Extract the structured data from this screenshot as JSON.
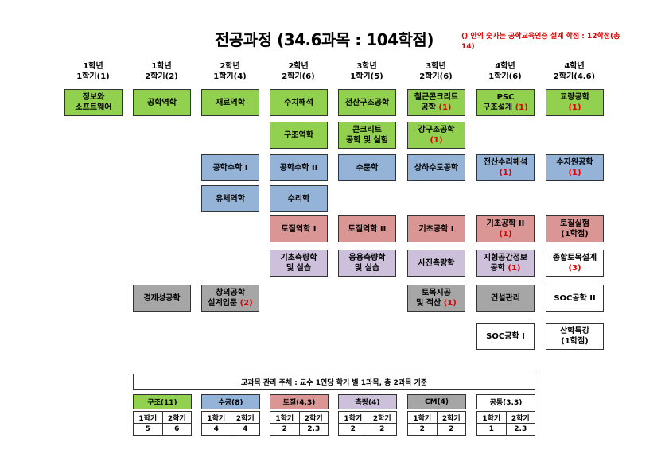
{
  "title": "전공과정 (34.6과목 : 104학점)",
  "note": "() 안의 숫자는 공학교육인증 설계 학점 : 12학점(총14)",
  "columns": [
    {
      "line1": "1학년",
      "line2": "1학기(1)"
    },
    {
      "line1": "1학년",
      "line2": "2학기(2)"
    },
    {
      "line1": "2학년",
      "line2": "1학기(4)"
    },
    {
      "line1": "2학년",
      "line2": "2학기(6)"
    },
    {
      "line1": "3학년",
      "line2": "1학기(5)"
    },
    {
      "line1": "3학년",
      "line2": "2학기(6)"
    },
    {
      "line1": "4학년",
      "line2": "1학기(6)"
    },
    {
      "line1": "4학년",
      "line2": "2학기(4.6)"
    }
  ],
  "courses": [
    {
      "col": 0,
      "row": 0,
      "cat": "struct",
      "text": "정보와\n소프트웨어",
      "credit": ""
    },
    {
      "col": 1,
      "row": 0,
      "cat": "struct",
      "text": "공학역학",
      "credit": ""
    },
    {
      "col": 2,
      "row": 0,
      "cat": "struct",
      "text": "재료역학",
      "credit": ""
    },
    {
      "col": 3,
      "row": 0,
      "cat": "struct",
      "text": "수치해석",
      "credit": ""
    },
    {
      "col": 4,
      "row": 0,
      "cat": "struct",
      "text": "전산구조공학",
      "credit": ""
    },
    {
      "col": 5,
      "row": 0,
      "cat": "struct",
      "text": "철근콘크리트\n공학",
      "credit": "(1)"
    },
    {
      "col": 6,
      "row": 0,
      "cat": "struct",
      "text": "PSC\n구조설계",
      "credit": "(1)"
    },
    {
      "col": 7,
      "row": 0,
      "cat": "struct",
      "text": "교량공학\n",
      "credit": "(1)"
    },
    {
      "col": 3,
      "row": 1,
      "cat": "struct",
      "text": "구조역학",
      "credit": ""
    },
    {
      "col": 4,
      "row": 1,
      "cat": "struct",
      "text": "콘크리트\n공학 및 실험",
      "credit": ""
    },
    {
      "col": 5,
      "row": 1,
      "cat": "struct",
      "text": "강구조공학\n",
      "credit": "(1)"
    },
    {
      "col": 2,
      "row": 2,
      "cat": "water",
      "text": "공학수학 I",
      "credit": ""
    },
    {
      "col": 3,
      "row": 2,
      "cat": "water",
      "text": "공학수학 II",
      "credit": ""
    },
    {
      "col": 4,
      "row": 2,
      "cat": "water",
      "text": "수문학",
      "credit": ""
    },
    {
      "col": 5,
      "row": 2,
      "cat": "water",
      "text": "상하수도공학",
      "credit": ""
    },
    {
      "col": 6,
      "row": 2,
      "cat": "water",
      "text": "전산수리해석\n",
      "credit": "(1)"
    },
    {
      "col": 7,
      "row": 2,
      "cat": "water",
      "text": "수자원공학\n",
      "credit": "(1)"
    },
    {
      "col": 2,
      "row": 3,
      "cat": "water",
      "text": "유체역학",
      "credit": ""
    },
    {
      "col": 3,
      "row": 3,
      "cat": "water",
      "text": "수리학",
      "credit": ""
    },
    {
      "col": 3,
      "row": 4,
      "cat": "soil",
      "text": "토질역학 I",
      "credit": ""
    },
    {
      "col": 4,
      "row": 4,
      "cat": "soil",
      "text": "토질역학 II",
      "credit": ""
    },
    {
      "col": 5,
      "row": 4,
      "cat": "soil",
      "text": "기초공학 I",
      "credit": ""
    },
    {
      "col": 6,
      "row": 4,
      "cat": "soil",
      "text": "기초공학 II\n",
      "credit": "(1)"
    },
    {
      "col": 7,
      "row": 4,
      "cat": "soil",
      "text": "토질실험\n(1학점)",
      "credit": ""
    },
    {
      "col": 3,
      "row": 5,
      "cat": "survey",
      "text": "기초측량학\n및 실습",
      "credit": ""
    },
    {
      "col": 4,
      "row": 5,
      "cat": "survey",
      "text": "응용측량학\n및 실습",
      "credit": ""
    },
    {
      "col": 5,
      "row": 5,
      "cat": "survey",
      "text": "사진측량학",
      "credit": ""
    },
    {
      "col": 6,
      "row": 5,
      "cat": "survey",
      "text": "지형공간정보\n공학",
      "credit": "(1)"
    },
    {
      "col": 7,
      "row": 5,
      "cat": "common",
      "text": "종합토목설계\n",
      "credit": "(3)"
    },
    {
      "col": 1,
      "row": 6,
      "cat": "cm",
      "text": "경제성공학",
      "credit": ""
    },
    {
      "col": 2,
      "row": 6,
      "cat": "cm",
      "text": "창의공학\n설계입문",
      "credit": "(2)"
    },
    {
      "col": 5,
      "row": 6,
      "cat": "cm",
      "text": "토목시공\n및 적산",
      "credit": "(1)"
    },
    {
      "col": 6,
      "row": 6,
      "cat": "cm",
      "text": "건설관리",
      "credit": ""
    },
    {
      "col": 7,
      "row": 6,
      "cat": "common",
      "text": "SOC공학 II",
      "credit": ""
    },
    {
      "col": 6,
      "row": 7,
      "cat": "common",
      "text": "SOC공학 I",
      "credit": ""
    },
    {
      "col": 7,
      "row": 7,
      "cat": "common",
      "text": "산학특강\n(1학점)",
      "credit": ""
    }
  ],
  "banner": "교과목 관리 주체 : 교수 1인당 학기 별 1과목, 총 2과목 기준",
  "legend": [
    {
      "cat": "struct",
      "label": "구조(11)",
      "sem1": "1학기",
      "sem2": "2학기",
      "v1": "5",
      "v2": "6"
    },
    {
      "cat": "water",
      "label": "수공(8)",
      "sem1": "1학기",
      "sem2": "2학기",
      "v1": "4",
      "v2": "4"
    },
    {
      "cat": "soil",
      "label": "토질(4.3)",
      "sem1": "1학기",
      "sem2": "2학기",
      "v1": "2",
      "v2": "2.3"
    },
    {
      "cat": "survey",
      "label": "측량(4)",
      "sem1": "1학기",
      "sem2": "2학기",
      "v1": "2",
      "v2": "2"
    },
    {
      "cat": "cm",
      "label": "CM(4)",
      "sem1": "1학기",
      "sem2": "2학기",
      "v1": "2",
      "v2": "2"
    },
    {
      "cat": "common",
      "label": "공통(3.3)",
      "sem1": "1학기",
      "sem2": "2학기",
      "v1": "1",
      "v2": "2.3"
    }
  ],
  "colors": {
    "struct": "#92d050",
    "water": "#95b3d7",
    "soil": "#da9694",
    "survey": "#ccc0da",
    "cm": "#a6a6a6",
    "common": "#ffffff",
    "design_credit": "#e00000"
  }
}
